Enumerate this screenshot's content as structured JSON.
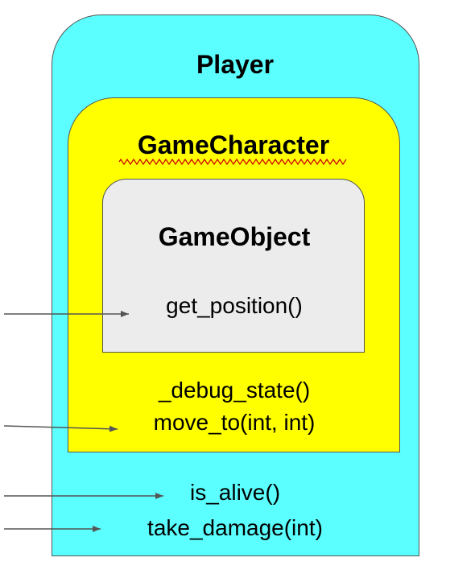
{
  "diagram": {
    "outer": {
      "title": "Player",
      "methods": [
        "is_alive()",
        "take_damage(int)"
      ],
      "fill_color": "#5cffff"
    },
    "middle": {
      "title": "GameCharacter",
      "methods": [
        "_debug_state()",
        "move_to(int, int)"
      ],
      "fill_color": "#ffff00"
    },
    "inner": {
      "title": "GameObject",
      "methods": [
        "get_position()"
      ],
      "fill_color": "#ececec"
    },
    "arrow_color": "#555555",
    "spellcheck_color": "#cc0000"
  }
}
